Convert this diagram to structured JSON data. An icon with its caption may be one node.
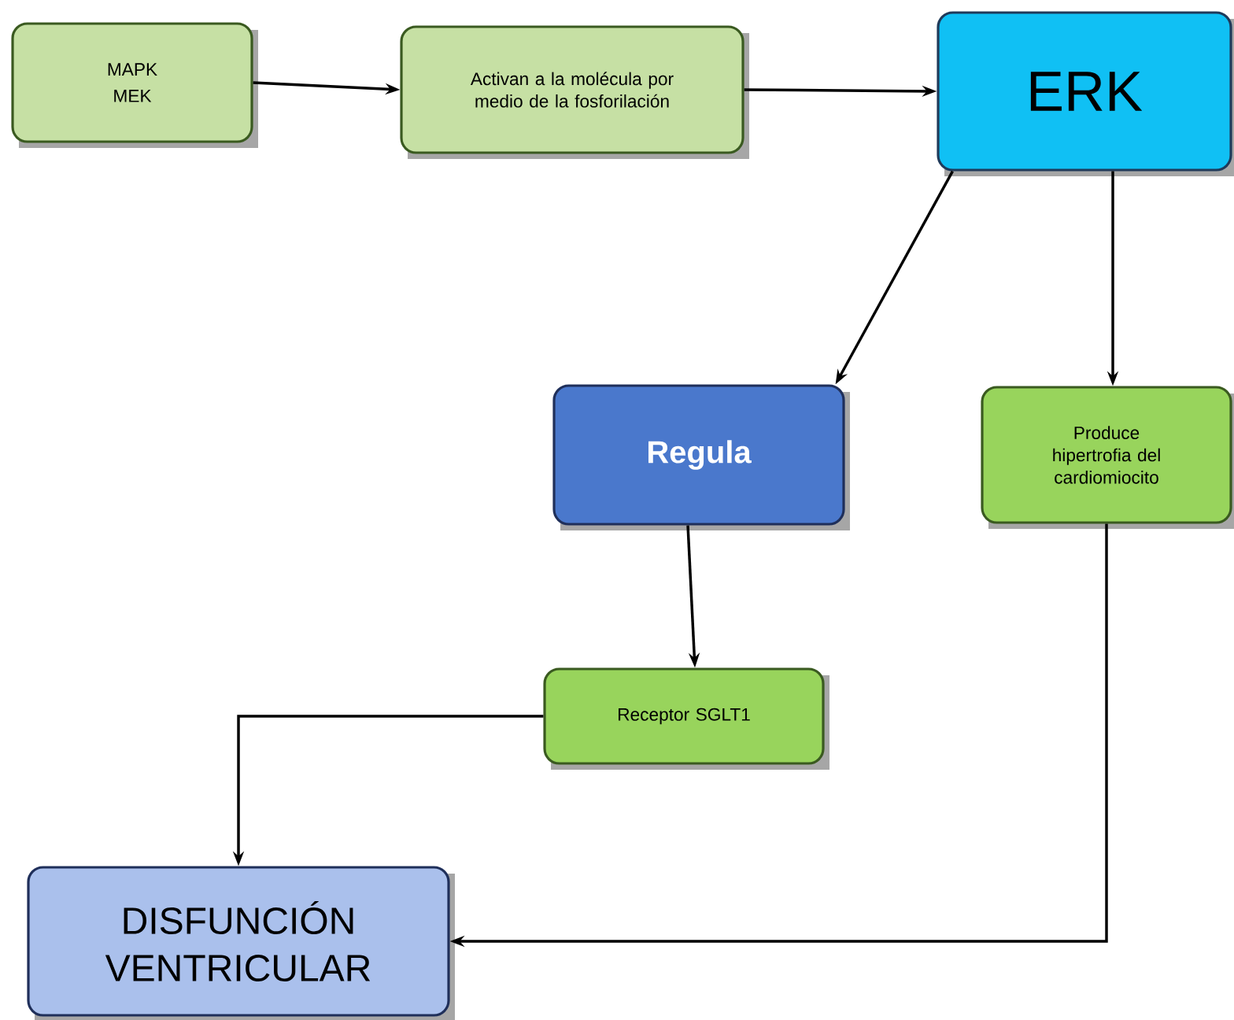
{
  "diagram": {
    "nodes": [
      {
        "text": [
          "MAPK",
          "MEK"
        ]
      },
      {
        "text": [
          "Activan a la molécula por medio de la fosforilación"
        ]
      },
      {
        "text": [
          "ERK"
        ]
      },
      {
        "text": [
          "Regula"
        ]
      },
      {
        "text": [
          "Produce hipertrofia del cardiomiocito"
        ]
      },
      {
        "text": [
          "Receptor SGLT1"
        ]
      },
      {
        "text": [
          "DISFUNCIÓN VENTRICULAR"
        ]
      }
    ],
    "edges": [
      {
        "from": 0,
        "to": 1,
        "arrow": "to"
      },
      {
        "from": 1,
        "to": 2,
        "arrow": "to"
      },
      {
        "from": 2,
        "to": 3,
        "arrow": "to"
      },
      {
        "from": 2,
        "to": 4,
        "arrow": "to"
      },
      {
        "from": 3,
        "to": 5,
        "arrow": "to"
      },
      {
        "from": 5,
        "to": 6,
        "arrow": "to"
      },
      {
        "from": 4,
        "to": 6,
        "arrow": "to"
      }
    ]
  }
}
